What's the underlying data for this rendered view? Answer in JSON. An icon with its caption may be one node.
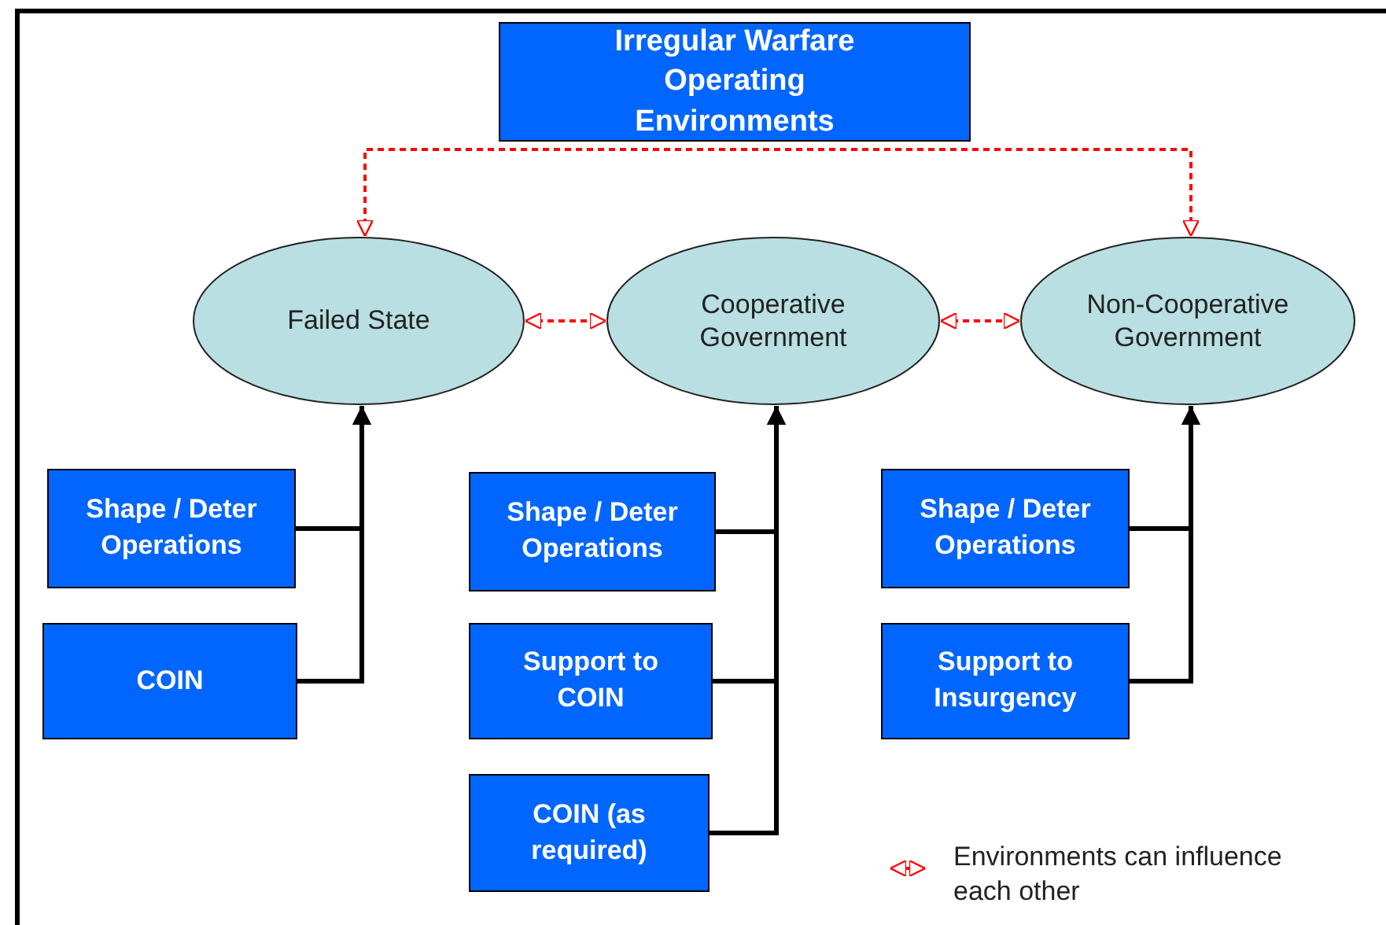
{
  "diagram": {
    "nodes": [
      {
        "text": [
          "Irregular Warfare Operating Environments"
        ]
      },
      {
        "text": [
          "Failed State"
        ]
      },
      {
        "text": [
          "Cooperative Government"
        ]
      },
      {
        "text": [
          "Non-Cooperative Government"
        ]
      },
      {
        "text": [
          "Shape / Deter Operations"
        ]
      },
      {
        "text": [
          "COIN"
        ]
      },
      {
        "text": [
          "Shape / Deter Operations"
        ]
      },
      {
        "text": [
          "Support to COIN"
        ]
      },
      {
        "text": [
          "COIN (as required)"
        ]
      },
      {
        "text": [
          "Shape / Deter Operations"
        ]
      },
      {
        "text": [
          "Support to Insurgency"
        ]
      }
    ],
    "edges": [
      {
        "from": 1,
        "to": 3,
        "arrow": "both",
        "style": "dashed",
        "color": "#ff0000"
      },
      {
        "from": 1,
        "to": 2,
        "arrow": "both",
        "style": "dashed",
        "color": "#ff0000"
      },
      {
        "from": 2,
        "to": 3,
        "arrow": "both",
        "style": "dashed",
        "color": "#ff0000"
      },
      {
        "from": 4,
        "to": 1,
        "arrow": "to"
      },
      {
        "from": 5,
        "to": 1,
        "arrow": "to"
      },
      {
        "from": 6,
        "to": 2,
        "arrow": "to"
      },
      {
        "from": 7,
        "to": 2,
        "arrow": "to"
      },
      {
        "from": 8,
        "to": 2,
        "arrow": "to"
      },
      {
        "from": 9,
        "to": 3,
        "arrow": "to"
      },
      {
        "from": 10,
        "to": 3,
        "arrow": "to"
      }
    ],
    "legend": [
      {
        "text": "Environments can influence each other"
      }
    ]
  }
}
